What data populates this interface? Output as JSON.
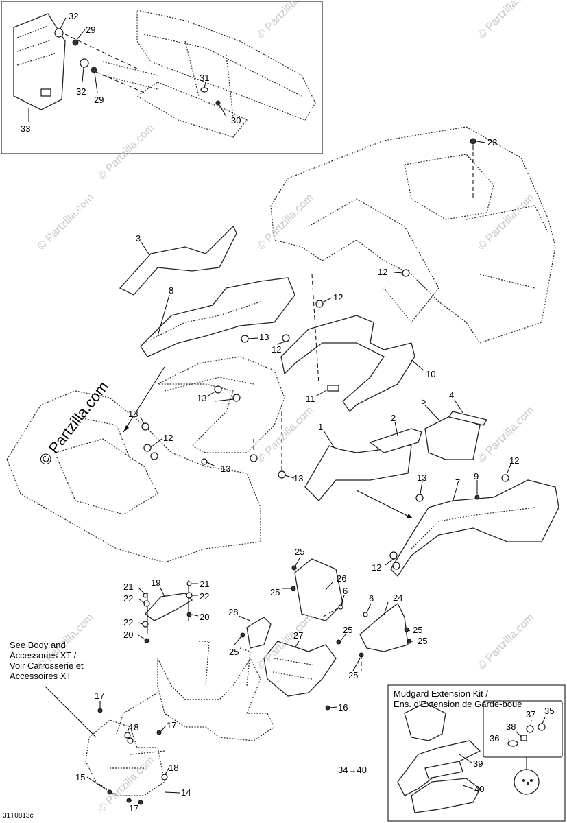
{
  "callouts": [
    {
      "id": "c32a",
      "text": "32"
    },
    {
      "id": "c29a",
      "text": "29"
    },
    {
      "id": "c32b",
      "text": "32"
    },
    {
      "id": "c29b",
      "text": "29"
    },
    {
      "id": "c31",
      "text": "31"
    },
    {
      "id": "c30",
      "text": "30"
    },
    {
      "id": "c33",
      "text": "33"
    },
    {
      "id": "c23",
      "text": "23"
    },
    {
      "id": "c3",
      "text": "3"
    },
    {
      "id": "c8",
      "text": "8"
    },
    {
      "id": "c12a",
      "text": "12"
    },
    {
      "id": "c12b",
      "text": "12"
    },
    {
      "id": "c13a",
      "text": "13"
    },
    {
      "id": "c12c",
      "text": "12"
    },
    {
      "id": "c10",
      "text": "10"
    },
    {
      "id": "c11",
      "text": "11"
    },
    {
      "id": "c13b",
      "text": "13"
    },
    {
      "id": "c13c",
      "text": "13"
    },
    {
      "id": "c12d",
      "text": "12"
    },
    {
      "id": "c4",
      "text": "4"
    },
    {
      "id": "c5",
      "text": "5"
    },
    {
      "id": "c2",
      "text": "2"
    },
    {
      "id": "c1",
      "text": "1"
    },
    {
      "id": "c13d",
      "text": "13"
    },
    {
      "id": "c13e",
      "text": "13"
    },
    {
      "id": "c12e",
      "text": "12"
    },
    {
      "id": "c13f",
      "text": "13"
    },
    {
      "id": "c9",
      "text": "9"
    },
    {
      "id": "c7",
      "text": "7"
    },
    {
      "id": "c12f",
      "text": "12"
    },
    {
      "id": "c25a",
      "text": "25"
    },
    {
      "id": "c26",
      "text": "26"
    },
    {
      "id": "c25b",
      "text": "25"
    },
    {
      "id": "c6a",
      "text": "6"
    },
    {
      "id": "c6b",
      "text": "6"
    },
    {
      "id": "c24",
      "text": "24"
    },
    {
      "id": "c21a",
      "text": "21"
    },
    {
      "id": "c19",
      "text": "19"
    },
    {
      "id": "c21b",
      "text": "21"
    },
    {
      "id": "c22a",
      "text": "22"
    },
    {
      "id": "c22b",
      "text": "22"
    },
    {
      "id": "c20a",
      "text": "20"
    },
    {
      "id": "c28",
      "text": "28"
    },
    {
      "id": "c22c",
      "text": "22"
    },
    {
      "id": "c20b",
      "text": "20"
    },
    {
      "id": "c27",
      "text": "27"
    },
    {
      "id": "c25c",
      "text": "25"
    },
    {
      "id": "c25d",
      "text": "25"
    },
    {
      "id": "c25e",
      "text": "25"
    },
    {
      "id": "c25f",
      "text": "25"
    },
    {
      "id": "c25g",
      "text": "25"
    },
    {
      "id": "c17a",
      "text": "17"
    },
    {
      "id": "c16",
      "text": "16"
    },
    {
      "id": "c18a",
      "text": "18"
    },
    {
      "id": "c17b",
      "text": "17"
    },
    {
      "id": "c18b",
      "text": "18"
    },
    {
      "id": "c15",
      "text": "15"
    },
    {
      "id": "c14",
      "text": "14"
    },
    {
      "id": "c17c",
      "text": "17"
    },
    {
      "id": "c37",
      "text": "37"
    },
    {
      "id": "c35",
      "text": "35"
    },
    {
      "id": "c38",
      "text": "38"
    },
    {
      "id": "c36",
      "text": "36"
    },
    {
      "id": "c39",
      "text": "39"
    },
    {
      "id": "c40",
      "text": "40"
    },
    {
      "id": "c3440",
      "text": "34→40"
    }
  ],
  "note": {
    "lines": [
      "See Body and",
      "Accessories XT /",
      "Voir Carrosserie et",
      "Accessoires XT"
    ]
  },
  "kit": {
    "title_line1": "Mudgard Extension Kit /",
    "title_line2": "Ens. d'Extension de Garde-boue"
  },
  "watermark": {
    "small": "© Partzilla.com",
    "large": "© Partzilla.com"
  },
  "drawing_code": "31T0813c"
}
